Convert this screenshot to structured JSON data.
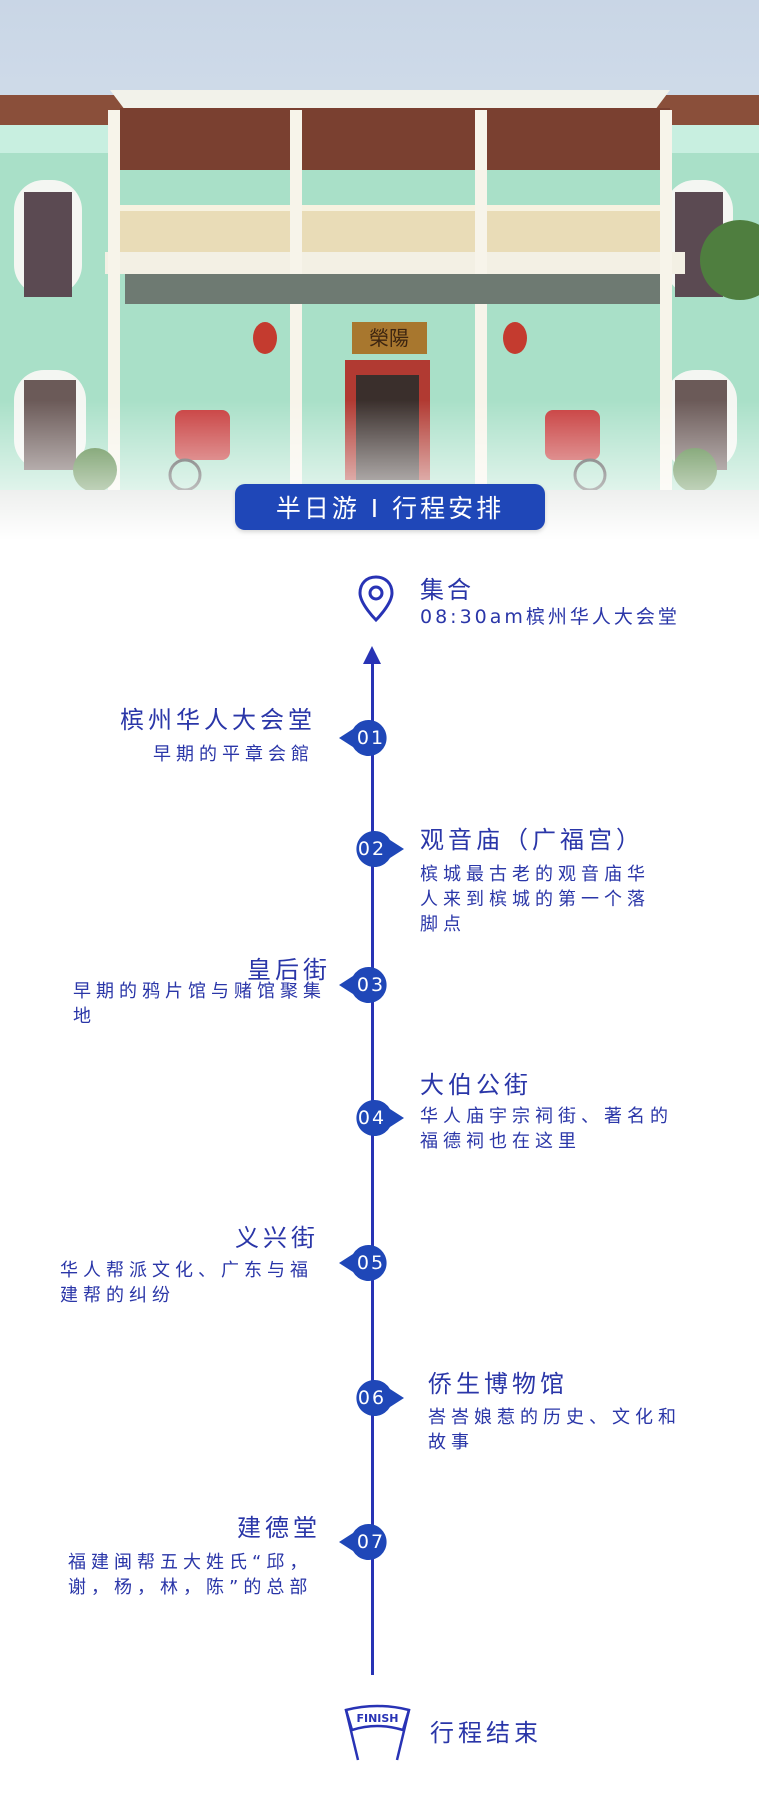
{
  "banner": {
    "text": "半日游 I 行程安排"
  },
  "hero": {
    "plaque_text": "榮陽"
  },
  "gather": {
    "title": "集合",
    "time": "08:30am槟州华人大会堂"
  },
  "stops": [
    {
      "num": "01",
      "title": "槟州华人大会堂",
      "desc": "早期的平章会館"
    },
    {
      "num": "02",
      "title": "观音庙（广福宫）",
      "desc": "槟城最古老的观音庙华人来到槟城的第一个落脚点"
    },
    {
      "num": "03",
      "title": "皇后街",
      "desc": "早期的鸦片馆与赌馆聚集地"
    },
    {
      "num": "04",
      "title": "大伯公街",
      "desc": "华人庙宇宗祠街、著名的福德祠也在这里"
    },
    {
      "num": "05",
      "title": "义兴街",
      "desc": "华人帮派文化、广东与福建帮的纠纷"
    },
    {
      "num": "06",
      "title": "侨生博物馆",
      "desc": "峇峇娘惹的历史、文化和故事"
    },
    {
      "num": "07",
      "title": "建德堂",
      "desc": "福建闽帮五大姓氏“邱，谢，杨，林，陈”的总部"
    }
  ],
  "finish": {
    "flag_text": "FINISH",
    "label": "行程结束"
  },
  "colors": {
    "accent": "#1f47b8",
    "line": "#2833b5",
    "text": "#2a36a8"
  }
}
